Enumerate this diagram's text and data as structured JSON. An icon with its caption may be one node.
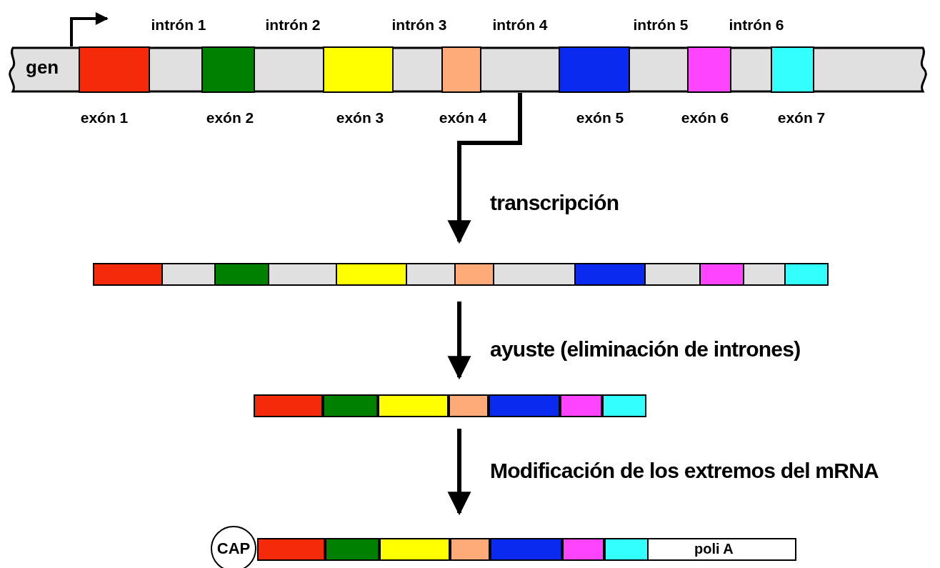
{
  "diagram": {
    "nodes": [
      {
        "text": [
          "gen"
        ]
      },
      {
        "text": [],
        "shape": "bar"
      },
      {
        "text": [],
        "shape": "bar"
      },
      {
        "text": [
          "poli A"
        ]
      },
      {
        "text": [
          "CAP"
        ]
      }
    ],
    "edges": [
      {
        "from": 0,
        "to": 1,
        "arrow": "to",
        "label": "transcripción"
      },
      {
        "from": 1,
        "to": 2,
        "arrow": "to",
        "label": "ayuste (eliminación de intrones)"
      },
      {
        "from": 2,
        "to": 3,
        "arrow": "to",
        "label": "Modificación de los extremos del mRNA"
      }
    ],
    "labels": [
      "intrón 1",
      "intrón 2",
      "intrón 3",
      "intrón 4",
      "intrón 5",
      "intrón 6",
      "exón 1",
      "exón 2",
      "exón 3",
      "exón 4",
      "exón 5",
      "exón 6",
      "exón 7"
    ]
  }
}
